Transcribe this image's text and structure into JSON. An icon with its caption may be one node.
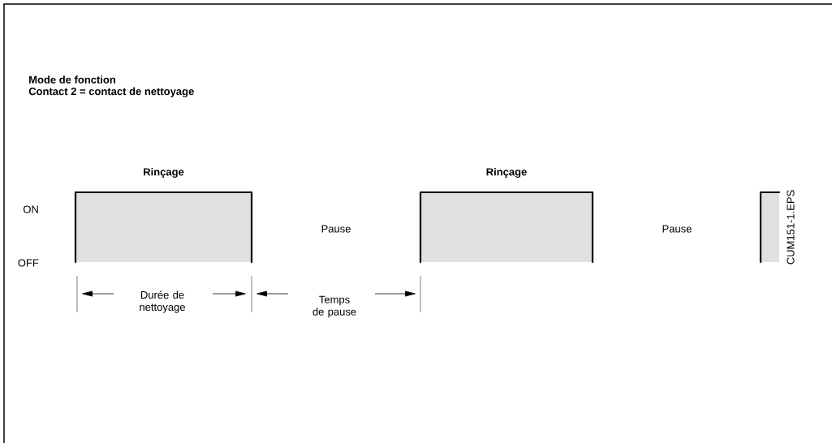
{
  "diagram": {
    "title": "Mode de fonction",
    "nodes": [
      {
        "text": [
          "Rinçage"
        ]
      },
      {
        "text": [
          "Rinçage"
        ]
      },
      {
        "text": [],
        "shape": "box"
      }
    ],
    "labels": [
      "Contact 2 = contact de nettoyage",
      "ON",
      "OFF",
      "Pause",
      "Pause",
      "CUM151-1.EPS",
      "Durée de nettoyage",
      "Temps de pause"
    ]
  }
}
